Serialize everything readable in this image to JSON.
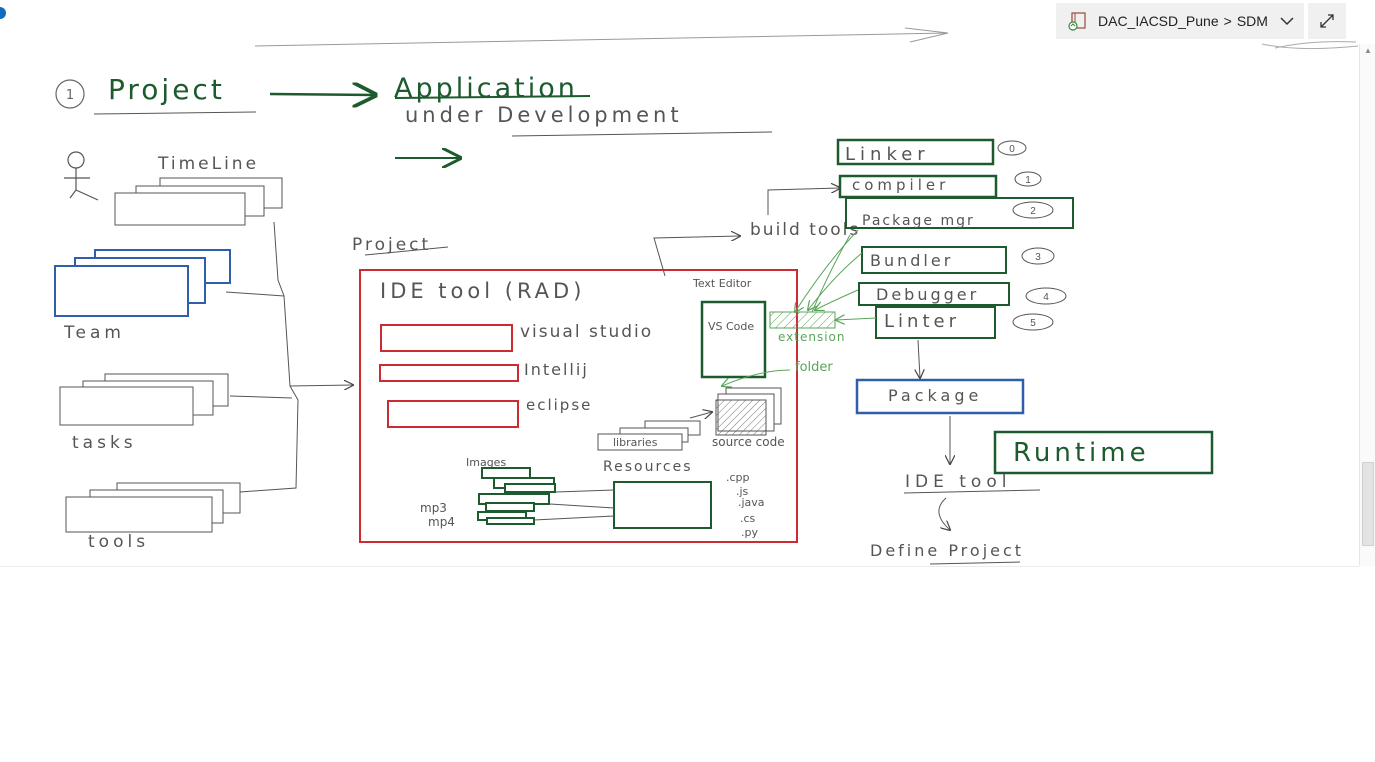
{
  "breadcrumb": {
    "notebook": "DAC_IACSD_Pune",
    "separator": ">",
    "section": "SDM"
  },
  "icons": {
    "notebook": "notebook-icon",
    "chevron": "chevron-down-icon",
    "expand": "expand-icon",
    "scroll_up": "scroll-up-arrow-icon"
  },
  "colors": {
    "green": "#1d5a2e",
    "blue": "#2f5fab",
    "red": "#cc2b33",
    "gray": "#666666",
    "light_green": "#5aa55a"
  },
  "sketch": {
    "num1": "1",
    "project_title": "Project",
    "application": "Application",
    "under_development": "under Development",
    "timeline": "TimeLine",
    "team": "Team",
    "tasks": "tasks",
    "tools": "tools",
    "project_small": "Project",
    "ide_tool_rad": "IDE tool (RAD)",
    "visual_studio": "visual studio",
    "intellij": "Intellij",
    "eclipse": "eclipse",
    "text_editor": "Text Editor",
    "vs_code": "VS Code",
    "extension": "extension",
    "folder": "folder",
    "source_code": "source code",
    "ext_cpp": ".cpp",
    "ext_js": ".js",
    "ext_java": ".java",
    "ext_cs": ".cs",
    "ext_py": ".py",
    "libraries": "libraries",
    "resources": "Resources",
    "images": "Images",
    "mp3": "mp3",
    "mp4": "mp4",
    "build_tools": "build tools",
    "linker": "Linker",
    "compiler": "compiler",
    "package_mgr": "Package mgr",
    "bundler": "Bundler",
    "debugger": "Debugger",
    "linter": "Linter",
    "n0": "0",
    "n1": "1",
    "n2": "2",
    "n3": "3",
    "n4": "4",
    "n5": "5",
    "package": "Package",
    "runtime": "Runtime",
    "ide_tool": "IDE tool",
    "define_project": "Define Project"
  }
}
